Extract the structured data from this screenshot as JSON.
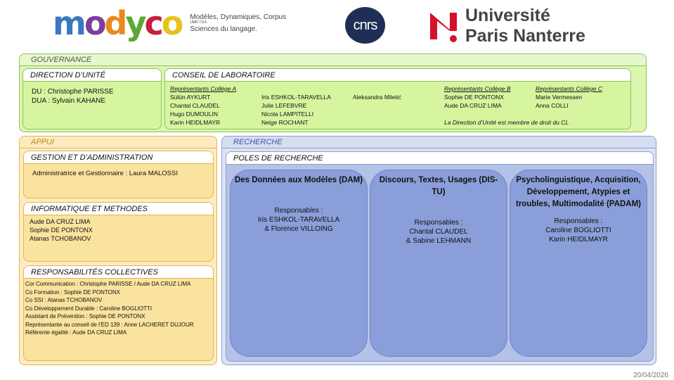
{
  "header": {
    "modyco_logo": "modyco",
    "modyco_subtitle": "Modèles, Dynamiques, Corpus",
    "modyco_umr": "UMR 7114",
    "modyco_tagline": "Sciences du langage.",
    "cnrs_logo": "cnrs",
    "university_line1": "Université",
    "university_line2": "Paris Nanterre"
  },
  "gouvernance": {
    "label": "GOUVERNANCE",
    "direction": {
      "title": "DIRECTION D’UNITÉ",
      "lines": [
        "DU : Christophe PARISSE",
        "DUA : Sylvain KAHANE"
      ]
    },
    "conseil": {
      "title": "CONSEIL DE LABORATOIRE",
      "college_a": {
        "title": "Représentants Collège A",
        "col1": [
          "Sülün AYKURT",
          "Chantal CLAUDEL",
          "Hugo DUMOULIN",
          "Karin HEIDLMAYR"
        ],
        "col2": [
          "Iris ESHKOL-TARAVELLA",
          "Julie LEFEBVRE",
          "Nicola LAMPITELLI",
          "Neige ROCHANT"
        ],
        "col3": [
          "Aleksandra Miletić"
        ]
      },
      "college_b": {
        "title": "Représentants Collège B",
        "members": [
          "Sophie DE PONTONX",
          "Aude DA CRUZ LIMA"
        ]
      },
      "college_c": {
        "title": "Représentants Collège C",
        "members": [
          "Marie Vermessen",
          "Anna COLLI"
        ]
      },
      "note": "La Direction d’Unité est membre de droit du CL"
    }
  },
  "appui": {
    "label": "APPUI",
    "gestion": {
      "title": "GESTION ET D’ADMINISTRATION",
      "text": "Administratrice et Gestionnaire : Laura MALOSSI"
    },
    "informatique": {
      "title": "INFORMATIQUE ET METHODES",
      "members": [
        "Aude DA CRUZ LIMA",
        "Sophie DE PONTONX",
        "Atanas TCHOBANOV"
      ]
    },
    "responsabilites": {
      "title": "RESPONSABILITÉS COLLECTIVES",
      "lines": [
        "Cor Communication : Christophe PARISSE / Aude DA CRUZ LIMA",
        "Co Formation : Sophie DE PONTONX",
        "Co SSI : Atanas TCHOBANOV",
        "Co Développement Durable : Caroline BOGLIOTTI",
        "Assistant de Prévention :  Sophie DE PONTONX",
        "Représentante au conseil de l’ED 139 :  Anne LACHERET DUJOUR",
        "Référente égalité : Aude DA CRUZ LIMA"
      ]
    }
  },
  "recherche": {
    "label": "RECHERCHE",
    "poles_title": "POLES DE RECHERCHE",
    "poles": [
      {
        "title": "Des Données aux Modèles (DAM)",
        "resp_label": "Responsables :",
        "resp": [
          "Iris ESHKOL-TARAVELLA",
          "& Florence VILLOING"
        ]
      },
      {
        "title": "Discours, Textes, Usages (DIS-TU)",
        "resp_label": "Responsables :",
        "resp": [
          "Chantal CLAUDEL",
          "& Sabine LEHMANN"
        ]
      },
      {
        "title": "Psycholinguistique, Acquisition, Développement, Atypies et troubles, Multimodalité (PADAM)",
        "resp_label": "Responsables :",
        "resp": [
          "Caroline BOGLIOTTI",
          "Karin HEIDLMAYR"
        ]
      }
    ]
  },
  "date": "20/04/2026",
  "colors": {
    "gouvernance": "#dcf6ad",
    "appui": "#fae39e",
    "recherche": "#8a9fd9",
    "cnrs": "#1f2e55",
    "nanterre_red": "#d4122a"
  }
}
